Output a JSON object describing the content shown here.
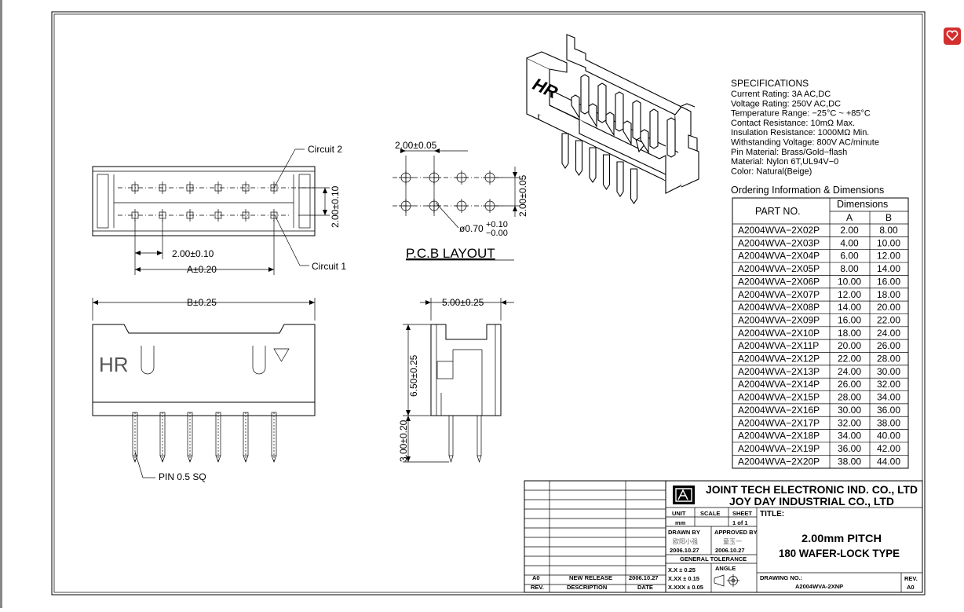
{
  "labels": {
    "circuit2": "Circuit 2",
    "circuit1": "Circuit 1",
    "dim_pitch_v": "2.00±0.10",
    "dim_pitch_h": "2.00±0.10",
    "dim_a": "A±0.20",
    "dim_b": "B±0.25",
    "pin": "PIN 0.5 SQ",
    "pcb_pitch_h": "2.00±0.05",
    "pcb_pitch_v": "2.00±0.05",
    "pcb_hole_base": "ø0.70",
    "pcb_hole_plus": "+0.10",
    "pcb_hole_minus": "−0.00",
    "pcb_title": "P.C.B LAYOUT",
    "side_width": "5.00±0.25",
    "side_height": "6.50±0.25",
    "side_pin": "3.00±0.20",
    "hr_logo": "HR",
    "hr_logo_iso": "HR"
  },
  "specs": {
    "heading": "SPECIFICATIONS",
    "lines": [
      "Current Rating: 3A AC,DC",
      "Voltage Rating: 250V AC,DC",
      "Temperature Range: −25°C ~ +85°C",
      "Contact Resistance: 10mΩ Max.",
      "Insulation Resistance: 1000MΩ Min.",
      "Withstanding Voltage: 800V AC/minute",
      "Pin Material: Brass/Gold−flash",
      "Material: Nylon 6T,UL94V−0",
      "Color: Natural(Beige)"
    ]
  },
  "ordering": {
    "heading": "Ordering Information & Dimensions",
    "col_part": "PART NO.",
    "col_dims": "Dimensions",
    "col_a": "A",
    "col_b": "B",
    "rows": [
      [
        "A2004WVA−2X02P",
        "2.00",
        "8.00"
      ],
      [
        "A2004WVA−2X03P",
        "4.00",
        "10.00"
      ],
      [
        "A2004WVA−2X04P",
        "6.00",
        "12.00"
      ],
      [
        "A2004WVA−2X05P",
        "8.00",
        "14.00"
      ],
      [
        "A2004WVA−2X06P",
        "10.00",
        "16.00"
      ],
      [
        "A2004WVA−2X07P",
        "12.00",
        "18.00"
      ],
      [
        "A2004WVA−2X08P",
        "14.00",
        "20.00"
      ],
      [
        "A2004WVA−2X09P",
        "16.00",
        "22.00"
      ],
      [
        "A2004WVA−2X10P",
        "18.00",
        "24.00"
      ],
      [
        "A2004WVA−2X11P",
        "20.00",
        "26.00"
      ],
      [
        "A2004WVA−2X12P",
        "22.00",
        "28.00"
      ],
      [
        "A2004WVA−2X13P",
        "24.00",
        "30.00"
      ],
      [
        "A2004WVA−2X14P",
        "26.00",
        "32.00"
      ],
      [
        "A2004WVA−2X15P",
        "28.00",
        "34.00"
      ],
      [
        "A2004WVA−2X16P",
        "30.00",
        "36.00"
      ],
      [
        "A2004WVA−2X17P",
        "32.00",
        "38.00"
      ],
      [
        "A2004WVA−2X18P",
        "34.00",
        "40.00"
      ],
      [
        "A2004WVA−2X19P",
        "36.00",
        "42.00"
      ],
      [
        "A2004WVA−2X20P",
        "38.00",
        "44.00"
      ]
    ]
  },
  "titleblock": {
    "company1": "JOINT TECH ELECTRONIC IND. CO., LTD",
    "company2": "JOY DAY INDUSTRIAL CO., LTD",
    "unit_label": "UNIT",
    "unit_value": "mm",
    "scale_label": "SCALE",
    "sheet_label": "SHEET",
    "sheet_value": "1 of 1",
    "title_label": "TITLE:",
    "title1": "2.00mm PITCH",
    "title2": "180 WAFER-LOCK TYPE",
    "drawn_label": "DRAWN BY",
    "approved_label": "APPROVED BY",
    "drawn_name": "欧阳小强",
    "approved_name": "童玉一",
    "drawn_date": "2006.10.27",
    "approved_date": "2006.10.27",
    "general_tol": "GENERAL TOLERANCE",
    "tol1": "X.X  ± 0.25",
    "tol2": "X.XX  ± 0.15",
    "tol3": "X.XXX  ± 0.05",
    "angle_label": "ANGLE",
    "drawing_no_label": "DRAWING NO.:",
    "drawing_no": "A2004WVA-2XNP",
    "rev_label": "REV.",
    "rev_value": "A0",
    "hist_rev": "A0",
    "hist_desc": "NEW RELEASE",
    "hist_date": "2006.10.27",
    "hist_rev_label": "REV.",
    "hist_desc_label": "DESCRIPTION",
    "hist_date_label": "DATE"
  },
  "colors": {
    "badge": "#d32f2f",
    "line": "#000000",
    "body_fill": "#e6e6e6"
  },
  "icons": {
    "corner_badge": "heart-icon"
  }
}
